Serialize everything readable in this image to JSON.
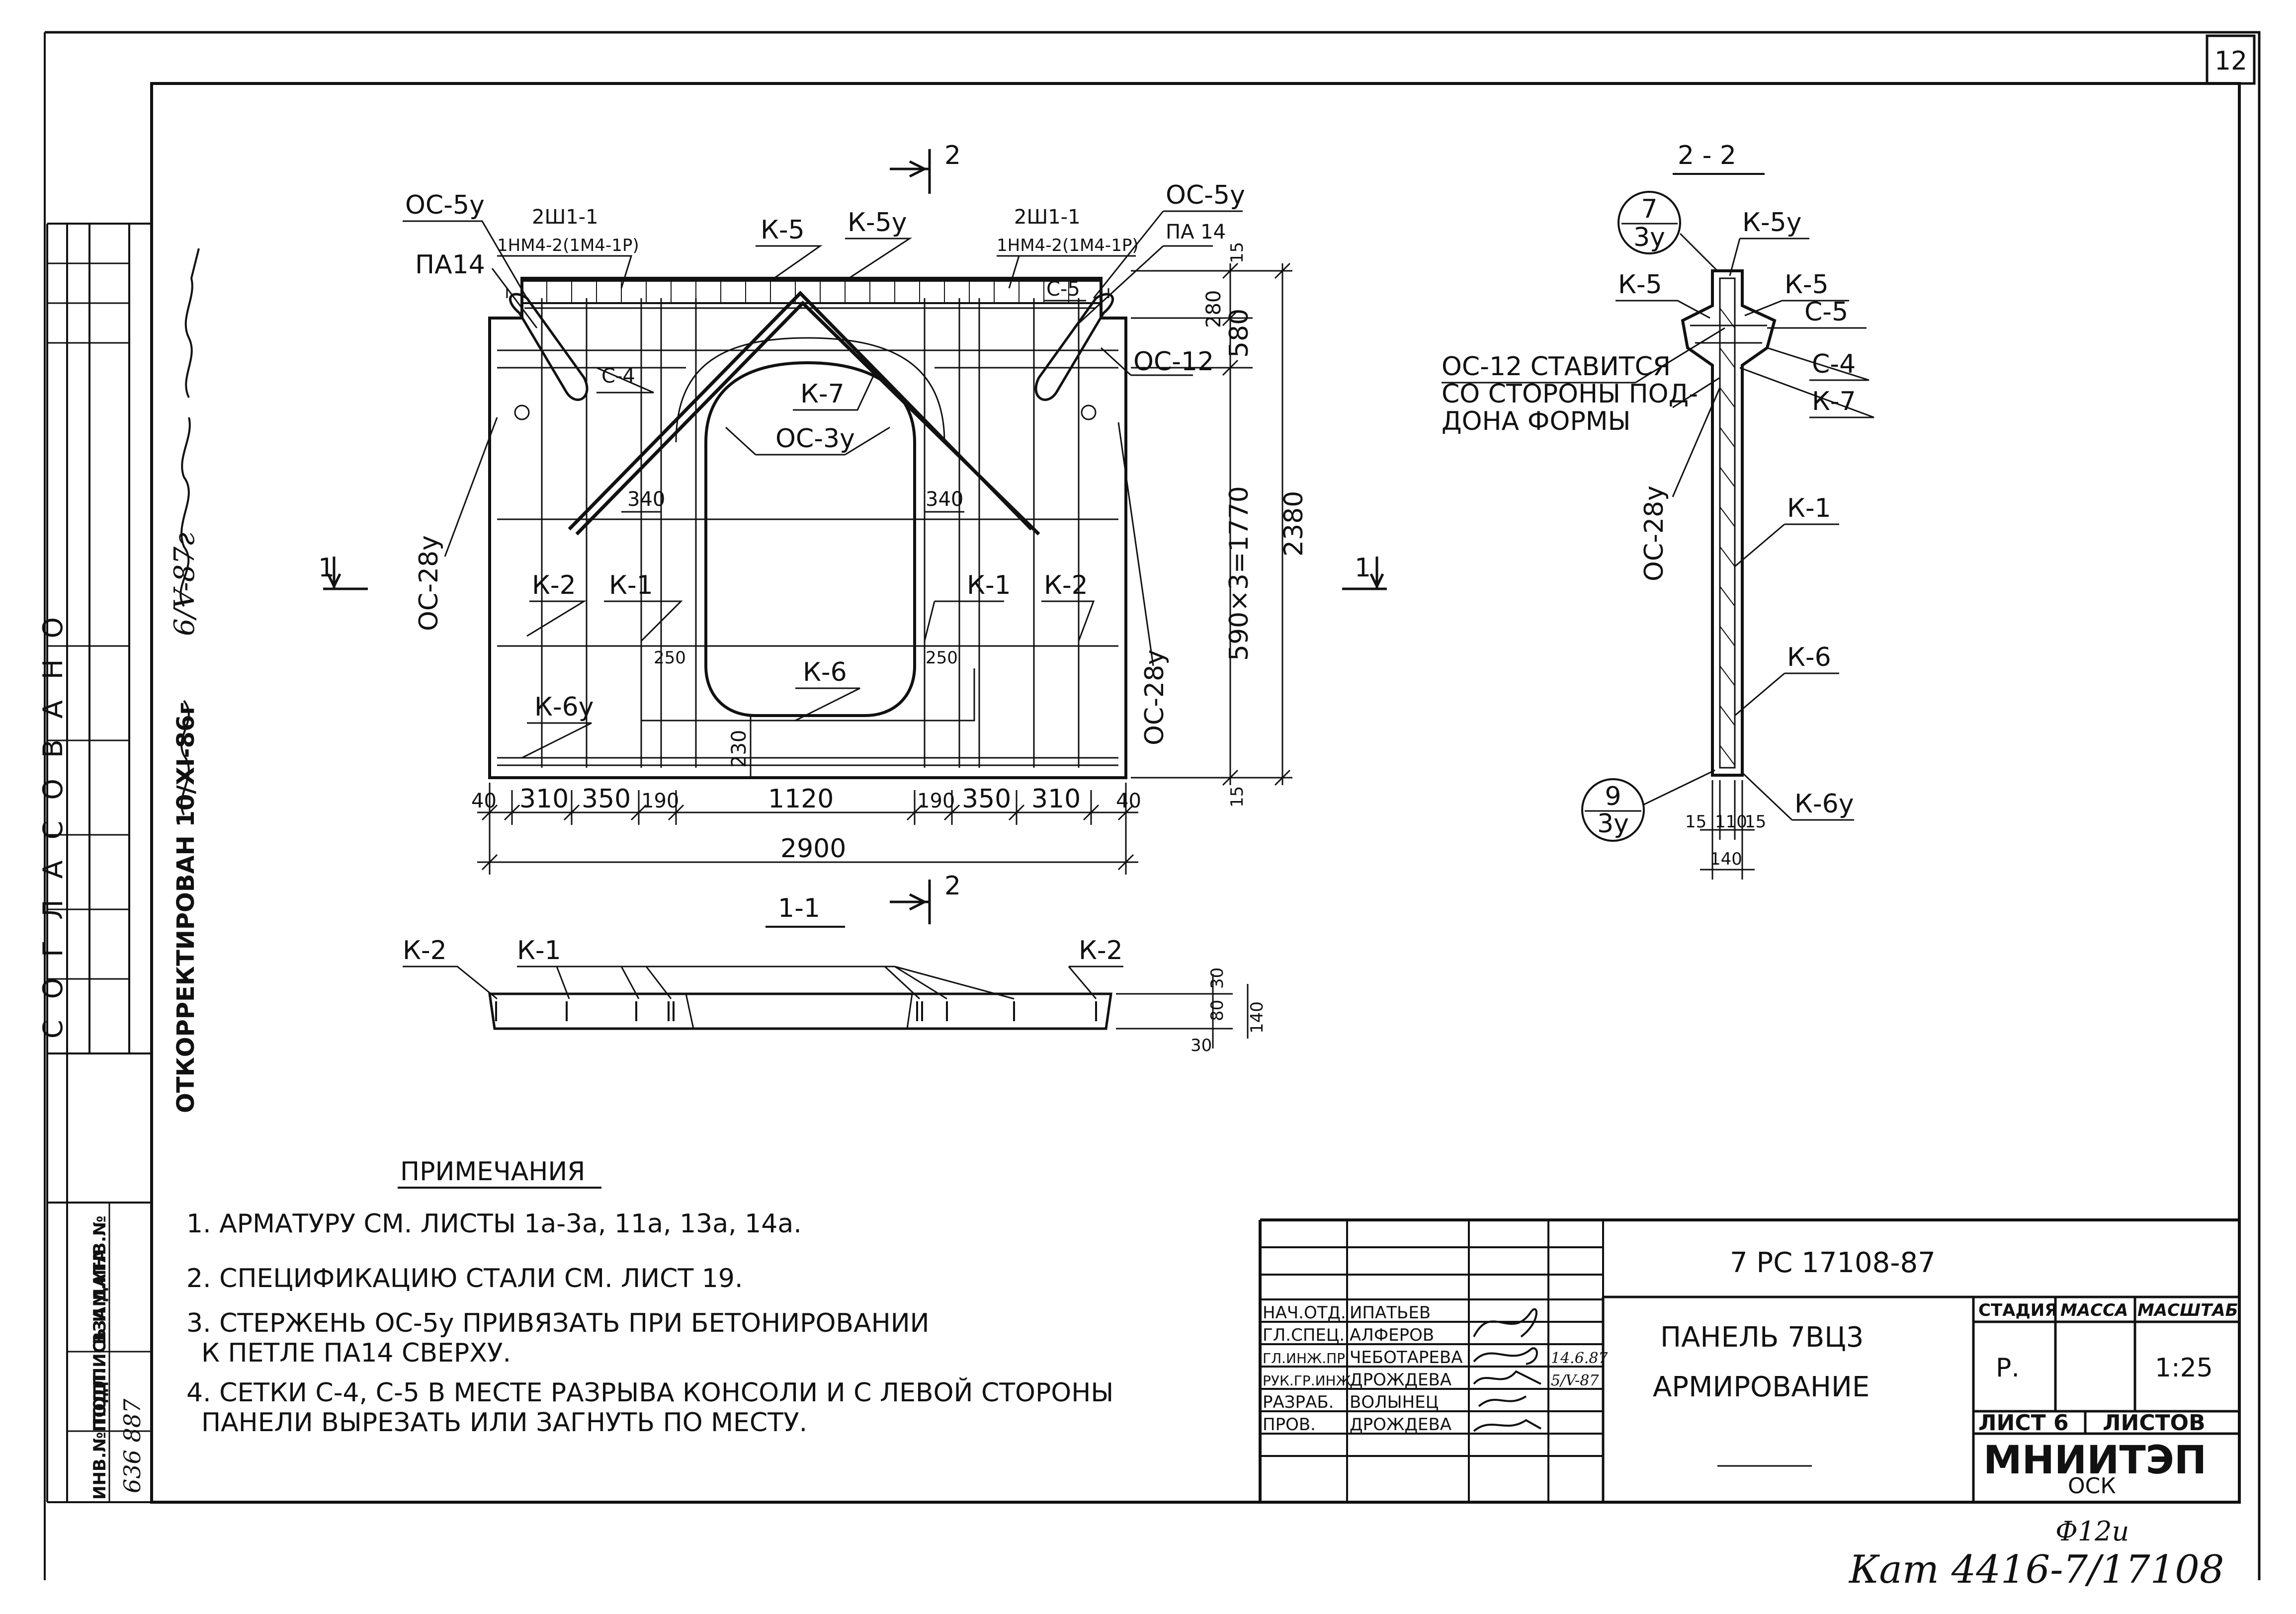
{
  "sheet_number": "12",
  "side_stamp": {
    "agreed": "СОГЛАСОВАНО",
    "corrected": "ОТКОРРЕКТИРОВАН 10/XI-86г",
    "approved_hand": "6/V-87г",
    "inv_labels": [
      "ИНВ.№ПОДЛ.",
      "ПОДПИСЬ И ДАТА",
      "ВЗАМ.ИНВ.№"
    ],
    "inv_number": "636 887"
  },
  "front_view": {
    "section_mark": "2",
    "section_mark_side": "1",
    "labels": {
      "os5y_left": "ОС-5у",
      "os5y_right": "ОС-5у",
      "pa14_left": "ПА14",
      "pa14_right": "ПА 14",
      "sh_left_a": "2Ш1-1",
      "sh_left_b": "1НМ4-2(1М4-1Р)",
      "sh_right_a": "2Ш1-1",
      "sh_right_b": "1НМ4-2(1М4-1Р)",
      "k5": "К-5",
      "k5y": "К-5у",
      "c5": "С-5",
      "c4": "С-4",
      "os12": "ОС-12",
      "k7": "К-7",
      "os3y": "ОС-3у",
      "os28y_left": "ОС-28у",
      "os28y_right": "ОС-28у",
      "k2_left": "К-2",
      "k1_left": "К-1",
      "k1_right": "К-1",
      "k2_right": "К-2",
      "k6": "К-6",
      "k6y": "К-6у"
    },
    "dims": {
      "d340_left": "340",
      "d340_right": "340",
      "d250_left": "250",
      "d250_right": "250",
      "d230": "230",
      "d15_top": "15",
      "d280": "280",
      "d580": "580",
      "d5901770": "590×3=1770",
      "d2380": "2380",
      "d15_bot": "15",
      "bottom": [
        "40",
        "310",
        "350",
        "190",
        "1120",
        "190",
        "350",
        "310",
        "40"
      ],
      "total": "2900"
    }
  },
  "section_11": {
    "title": "1-1",
    "labels": [
      "К-2",
      "К-1",
      "К-2"
    ],
    "dims": [
      "30",
      "80",
      "30",
      "140"
    ]
  },
  "section_22": {
    "title": "2 - 2",
    "callout_top_num": "7",
    "callout_top_den": "3у",
    "callout_bot_num": "9",
    "callout_bot_den": "3у",
    "labels": {
      "k5y": "К-5у",
      "k5_left": "К-5",
      "k5_right": "К-5",
      "c5": "С-5",
      "c4": "С-4",
      "k7": "К-7",
      "os28y": "ОС-28у",
      "k1": "К-1",
      "k6": "К-6",
      "k6y": "К-6у"
    },
    "dims": [
      "15",
      "110",
      "15",
      "140"
    ],
    "note_lines": [
      "ОС-12 СТАВИТСЯ",
      "СО СТОРОНЫ ПОД-",
      "ДОНА ФОРМЫ"
    ]
  },
  "notes": {
    "title": "ПРИМЕЧАНИЯ",
    "items": [
      "1. АРМАТУРУ СМ. ЛИСТЫ 1а-3а, 11а, 13а, 14а.",
      "2. СПЕЦИФИКАЦИЮ СТАЛИ СМ. ЛИСТ 19.",
      "3. СТЕРЖЕНЬ ОС-5у ПРИВЯЗАТЬ ПРИ БЕТОНИРОВАНИИ",
      "К ПЕТЛЕ ПА14 СВЕРХУ.",
      "4. СЕТКИ С-4, С-5 В МЕСТЕ РАЗРЫВА КОНСОЛИ И С ЛЕВОЙ СТОРОНЫ",
      "ПАНЕЛИ ВЫРЕЗАТЬ ИЛИ ЗАГНУТЬ ПО МЕСТУ."
    ]
  },
  "title_block": {
    "doc_code": "7 РС 17108-87",
    "product": "ПАНЕЛЬ 7ВЦ3",
    "subject": "АРМИРОВАНИЕ",
    "stage_label": "СТАДИЯ",
    "mass_label": "МАССА",
    "scale_label": "МАСШТАБ",
    "stage": "Р.",
    "mass": "",
    "scale": "1:25",
    "sheet_label": "ЛИСТ 6",
    "sheets_label": "ЛИСТОВ",
    "org": "МНИИТЭП",
    "org_sub": "ОСК",
    "roles": [
      {
        "role": "НАЧ.ОТД.",
        "name": "ИПАТЬЕВ",
        "date": ""
      },
      {
        "role": "ГЛ.СПЕЦ.",
        "name": "АЛФЕРОВ",
        "date": ""
      },
      {
        "role": "ГЛ.ИНЖ.ПР.",
        "name": "ЧЕБОТАРЕВА",
        "date": "14.6.87"
      },
      {
        "role": "РУК.ГР.ИНЖ.",
        "name": "ДРОЖДЕВА",
        "date": "5/V-87"
      },
      {
        "role": "РАЗРАБ.",
        "name": "ВОЛЫНЕЦ",
        "date": ""
      },
      {
        "role": "ПРОВ.",
        "name": "ДРОЖДЕВА",
        "date": ""
      }
    ]
  },
  "footer": {
    "format": "Ф12и",
    "archive": "Кат 4416-7/17108"
  }
}
